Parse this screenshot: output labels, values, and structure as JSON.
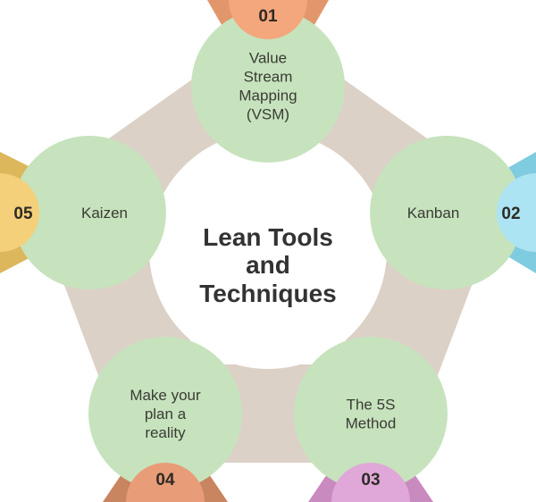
{
  "title_lines": [
    "Lean Tools",
    "and",
    "Techniques"
  ],
  "items": [
    {
      "number": "01",
      "lines": [
        "Value",
        "Stream",
        "Mapping",
        "(VSM)"
      ],
      "tab_color": "#f4a77c",
      "tab_dark": "#e2966c"
    },
    {
      "number": "02",
      "lines": [
        "Kanban"
      ],
      "tab_color": "#ace4f4",
      "tab_dark": "#7fcbe0"
    },
    {
      "number": "03",
      "lines": [
        "The 5S",
        "Method"
      ],
      "tab_color": "#e0a8d8",
      "tab_dark": "#c98ac0"
    },
    {
      "number": "04",
      "lines": [
        "Make your",
        "plan a",
        "reality"
      ],
      "tab_color": "#e89d78",
      "tab_dark": "#c98460"
    },
    {
      "number": "05",
      "lines": [
        "Kaizen"
      ],
      "tab_color": "#f3d079",
      "tab_dark": "#dcb75b"
    }
  ],
  "colors": {
    "circle": "#c6e3bd",
    "ring": "#dcd1c6",
    "center": "#ffffff"
  }
}
